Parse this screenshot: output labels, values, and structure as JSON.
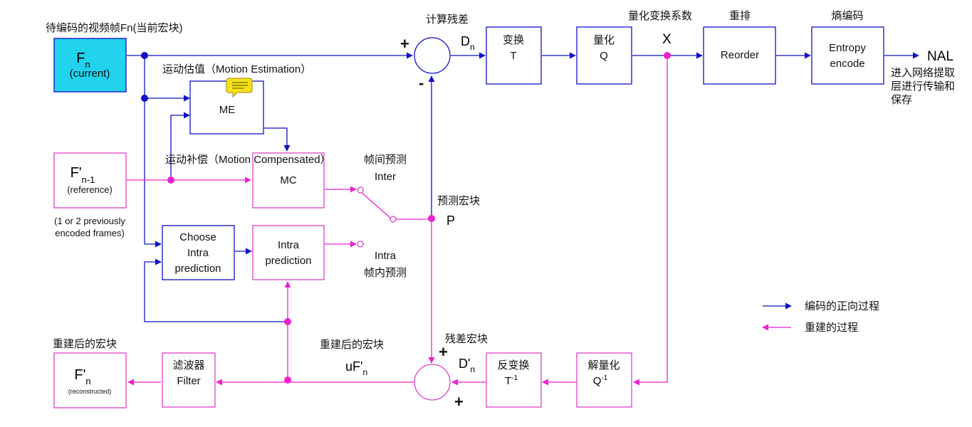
{
  "colors": {
    "forward": "#1010c8",
    "reconstruction": "#f020d0",
    "current_fill": "#22d3ee",
    "box_stroke_forward": "#1010c8",
    "box_stroke_recon": "#e040c8"
  },
  "labels": {
    "current_caption": "待编码的视频帧Fn(当前宏块)",
    "current_main": "F",
    "current_sub": "n",
    "current_tag": "(current)",
    "ref_main": "F'",
    "ref_sub": "n-1",
    "ref_tag": "(reference)",
    "ref_note_1": "(1 or 2 previously",
    "ref_note_2": "encoded frames)",
    "me_caption": "运动估值（Motion Estimation）",
    "me_box": "ME",
    "mc_caption": "运动补偿（Motion Compensated）",
    "mc_box": "MC",
    "inter_cn": "帧间预测",
    "inter_en": "Inter",
    "intra_en": "Intra",
    "intra_cn": "帧内预测",
    "choose_1": "Choose",
    "choose_2": "Intra",
    "choose_3": "prediction",
    "intra_box_1": "Intra",
    "intra_box_2": "prediction",
    "pred_mb_cn": "预测宏块",
    "pred_mb_p": "P",
    "residual_calc": "计算残差",
    "plus": "+",
    "minus": "-",
    "dn_main": "D",
    "dn_sub": "n",
    "transform_cn": "变换",
    "transform_en": "T",
    "quant_cn": "量化",
    "quant_en": "Q",
    "coef_caption": "量化变换系数",
    "x_label": "X",
    "reorder_caption": "重排",
    "reorder_box": "Reorder",
    "entropy_caption": "熵编码",
    "entropy_1": "Entropy",
    "entropy_2": "encode",
    "nal": "NAL",
    "nal_note_1": "进入网络提取",
    "nal_note_2": "层进行传输和",
    "nal_note_3": "保存",
    "dequant_cn": "解量化",
    "dequant_main": "Q",
    "dequant_sup": "-1",
    "invt_cn": "反变换",
    "invt_main": "T",
    "invt_sup": "-1",
    "residual_mb": "残差宏块",
    "dpn_main": "D'",
    "dpn_sub": "n",
    "recon_mb_mid": "重建后的宏块",
    "ufn_main": "uF'",
    "ufn_sub": "n",
    "filter_cn": "滤波器",
    "filter_en": "Filter",
    "recon_mb_left": "重建后的宏块",
    "out_main": "F'",
    "out_sub": "n",
    "out_tag": "(reconstructed)",
    "legend_forward": "编码的正向过程",
    "legend_recon": "重建的过程"
  }
}
